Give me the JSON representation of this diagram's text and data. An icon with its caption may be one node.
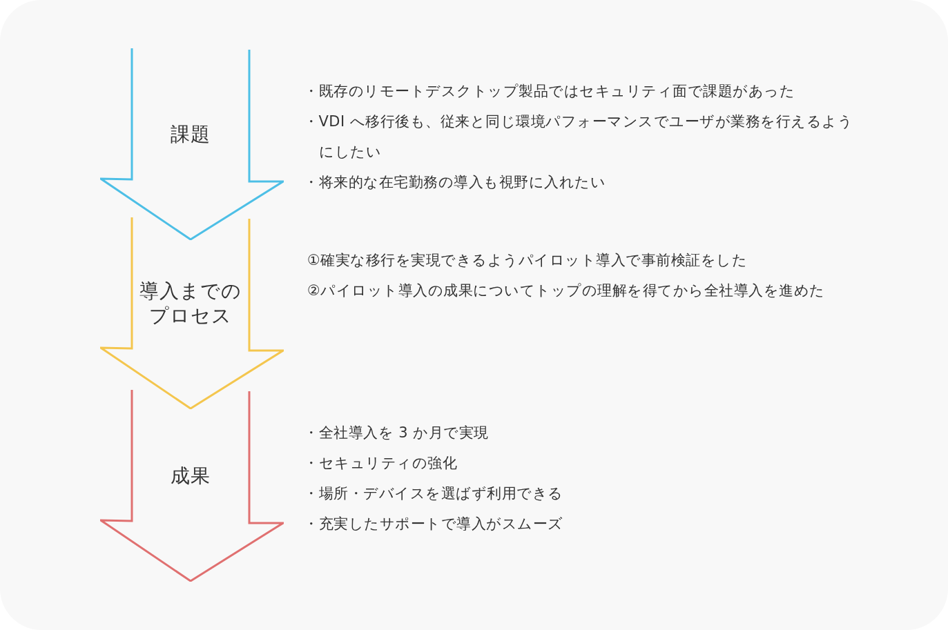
{
  "diagram": {
    "nodes": [
      {
        "text": [
          "課題"
        ],
        "beside": [
          "・既存のリモートデスクトップ製品ではセキュリティ面で課題があった",
          "・VDI へ移行後も、従来と同じ環境パフォーマンスでユーザが業務を行えるようにしたい",
          "・将来的な在宅勤務の導入も視野に入れたい"
        ]
      },
      {
        "text": [
          "導入までのプロセス"
        ],
        "beside": [
          "①確実な移行を実現できるようパイロット導入で事前検証をした",
          "②パイロット導入の成果についてトップの理解を得てから全社導入を進めた"
        ]
      },
      {
        "text": [
          "成果"
        ],
        "beside": [
          "・全社導入を 3 か月で実現",
          "・セキュリティの強化",
          "・場所・デバイスを選ばず利用できる",
          "・充実したサポートで導入がスムーズ"
        ]
      }
    ]
  }
}
